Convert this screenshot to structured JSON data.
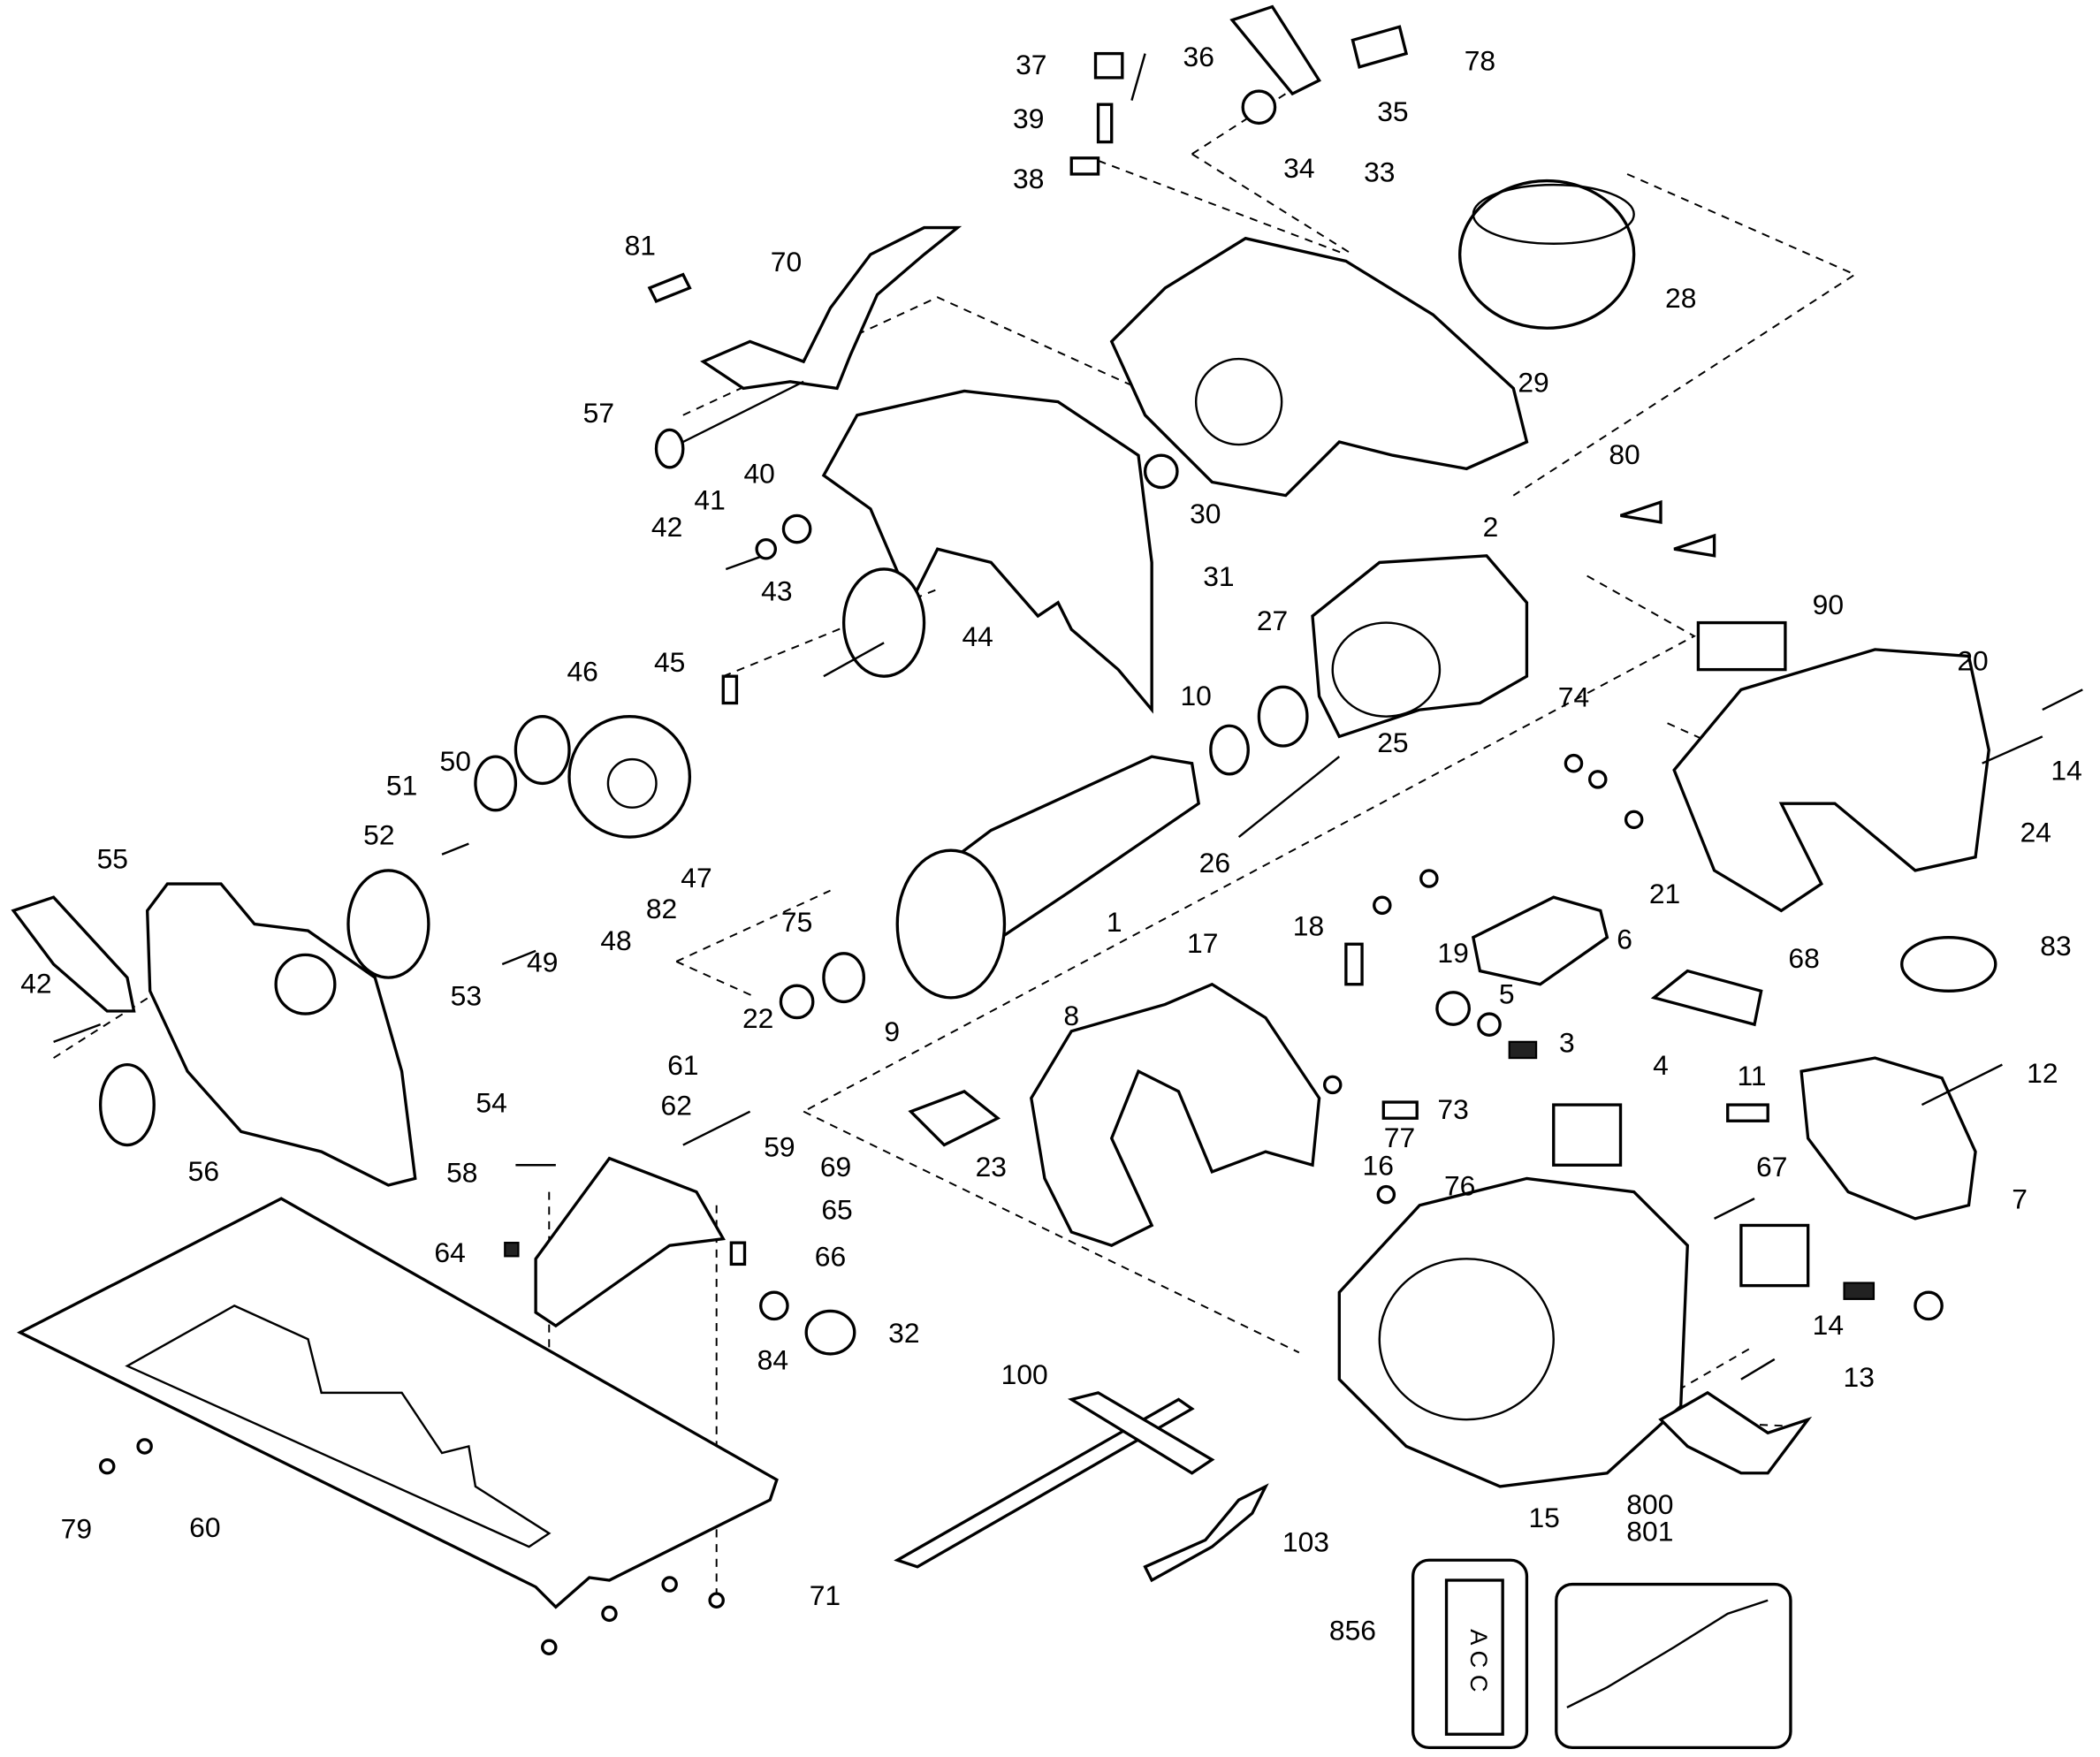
{
  "diagram": {
    "part_labels": [
      "37",
      "36",
      "78",
      "35",
      "39",
      "34",
      "33",
      "38",
      "81",
      "70",
      "28",
      "29",
      "57",
      "30",
      "80",
      "40",
      "41",
      "42",
      "2",
      "31",
      "43",
      "90",
      "27",
      "10",
      "44",
      "45",
      "46",
      "20",
      "74",
      "14",
      "24",
      "50",
      "51",
      "25",
      "52",
      "55",
      "47",
      "26",
      "21",
      "82",
      "75",
      "1",
      "18",
      "17",
      "19",
      "6",
      "83",
      "49",
      "48",
      "53",
      "42",
      "68",
      "5",
      "22",
      "9",
      "8",
      "3",
      "4",
      "54",
      "61",
      "62",
      "73",
      "11",
      "12",
      "77",
      "23",
      "16",
      "59",
      "56",
      "58",
      "69",
      "76",
      "67",
      "7",
      "65",
      "66",
      "64",
      "84",
      "32",
      "14",
      "13",
      "100",
      "15",
      "800",
      "801",
      "79",
      "60",
      "103",
      "856",
      "71"
    ],
    "acc_card_text": "A C C"
  }
}
